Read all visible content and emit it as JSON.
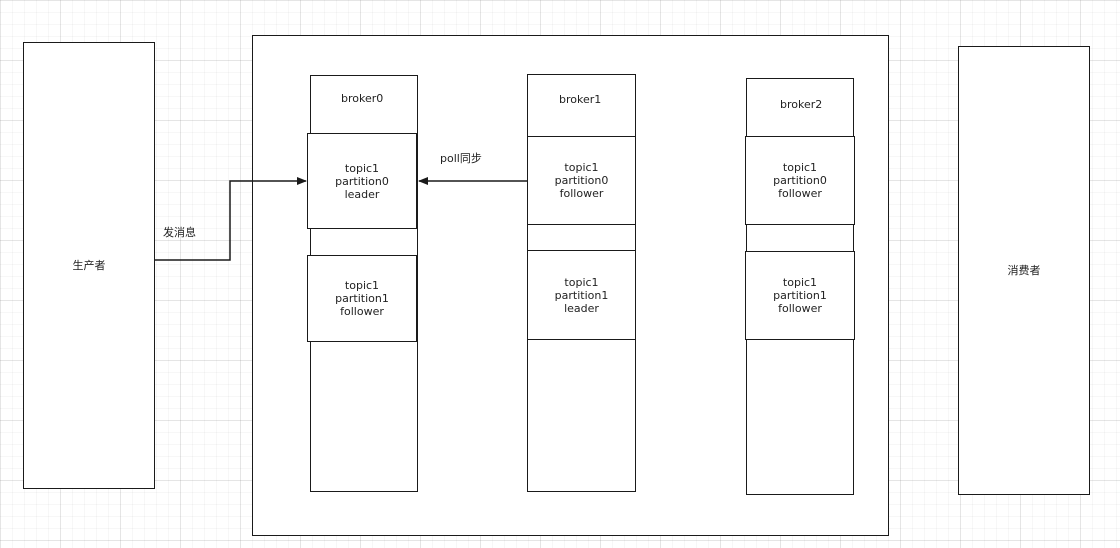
{
  "producer": {
    "label": "生产者"
  },
  "consumer": {
    "label": "消费者"
  },
  "send_label": "发消息",
  "sync_label": "poll同步",
  "brokers": [
    {
      "name": "broker0",
      "partitions": [
        "topic1\npartition0\nleader",
        "topic1\npartition1\nfollower"
      ]
    },
    {
      "name": "broker1",
      "partitions": [
        "topic1\npartition0\nfollower",
        "topic1\npartition1\nleader"
      ]
    },
    {
      "name": "broker2",
      "partitions": [
        "topic1\npartition0\nfollower",
        "topic1\npartition1\nfollower"
      ]
    }
  ]
}
